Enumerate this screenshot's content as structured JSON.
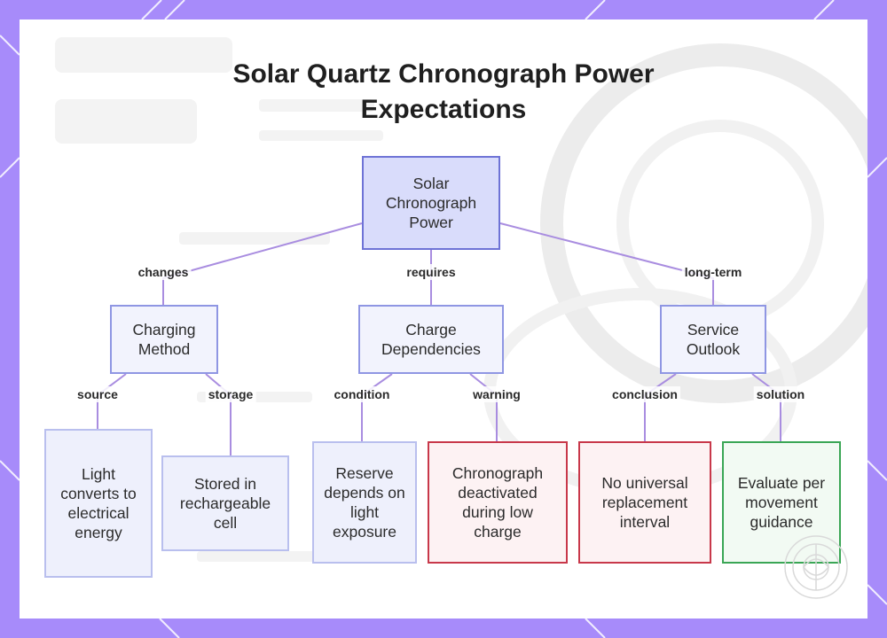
{
  "diagram": {
    "title": "Solar Quartz Chronograph Power Expectations",
    "root": "Solar Chronograph Power",
    "branches": [
      {
        "edge": "changes",
        "label": "Charging Method"
      },
      {
        "edge": "requires",
        "label": "Charge Dependencies"
      },
      {
        "edge": "long-term",
        "label": "Service Outlook"
      }
    ],
    "leaves": [
      {
        "edge": "source",
        "label": "Light converts to electrical energy"
      },
      {
        "edge": "storage",
        "label": "Stored in rechargeable cell"
      },
      {
        "edge": "condition",
        "label": "Reserve depends on light exposure"
      },
      {
        "edge": "warning",
        "label": "Chronograph deactivated during low charge"
      },
      {
        "edge": "conclusion",
        "label": "No universal replacement interval"
      },
      {
        "edge": "solution",
        "label": "Evaluate per movement guidance"
      }
    ]
  },
  "colors": {
    "frame": "#a78bfa",
    "edge_line": "#a98de0",
    "root_fill": "#d9dcfb",
    "warning_border": "#c8384a",
    "solution_border": "#3aa655"
  }
}
